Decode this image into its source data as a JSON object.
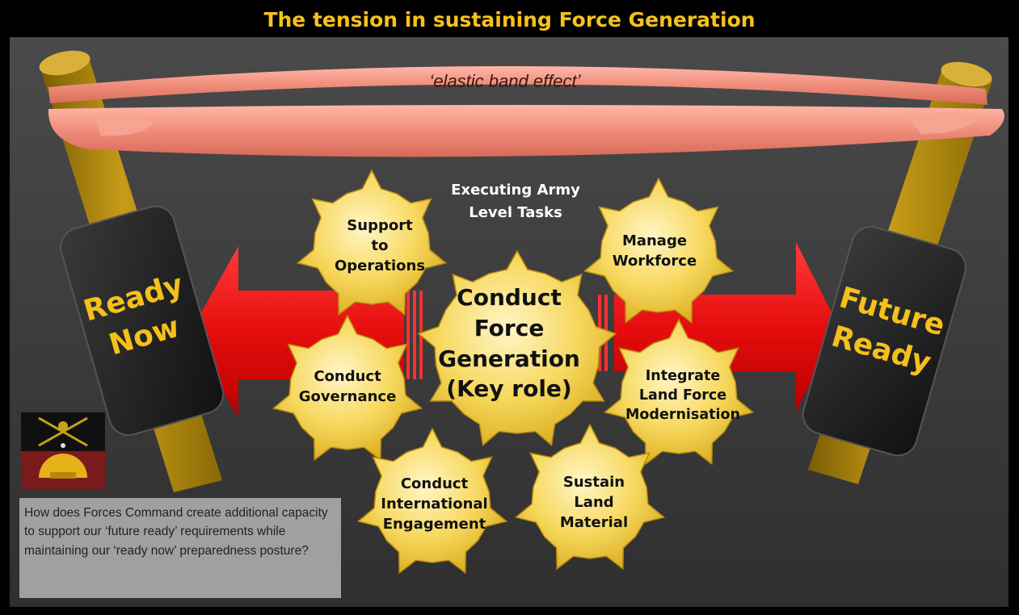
{
  "title": "The tension in sustaining Force Generation",
  "band_label": "‘elastic band effect’",
  "center_label": {
    "line1": "Executing Army",
    "line2": "Level Tasks"
  },
  "left_post_label": {
    "line1": "Ready",
    "line2": "Now"
  },
  "right_post_label": {
    "line1": "Future",
    "line2": "Ready"
  },
  "gears": [
    {
      "id": "support",
      "lines": [
        "Support",
        "to",
        "Operations"
      ]
    },
    {
      "id": "workforce",
      "lines": [
        "Manage",
        "Workforce"
      ]
    },
    {
      "id": "governance",
      "lines": [
        "Conduct",
        "Governance"
      ]
    },
    {
      "id": "force-gen",
      "lines": [
        "Conduct",
        "Force",
        "Generation",
        "(Key role)"
      ]
    },
    {
      "id": "modernisation",
      "lines": [
        "Integrate",
        "Land Force",
        "Modernisation"
      ]
    },
    {
      "id": "engagement",
      "lines": [
        "Conduct",
        "International",
        "Engagement"
      ]
    },
    {
      "id": "material",
      "lines": [
        "Sustain",
        "Land",
        "Material"
      ]
    }
  ],
  "question": "How does Forces Command create additional capacity to support our ‘future ready’ requirements while maintaining our ‘ready now’ preparedness posture?",
  "colors": {
    "background": "#3d3d3d",
    "frame": "#000000",
    "title": "#f6c21b",
    "post": "#b88c10",
    "band": "#f08c7a",
    "arrow": "#ee1010",
    "gear": "#ffe06a",
    "sign": "#222222",
    "sign_text": "#f5c01a"
  },
  "icons": [
    "army-badge-icon"
  ]
}
